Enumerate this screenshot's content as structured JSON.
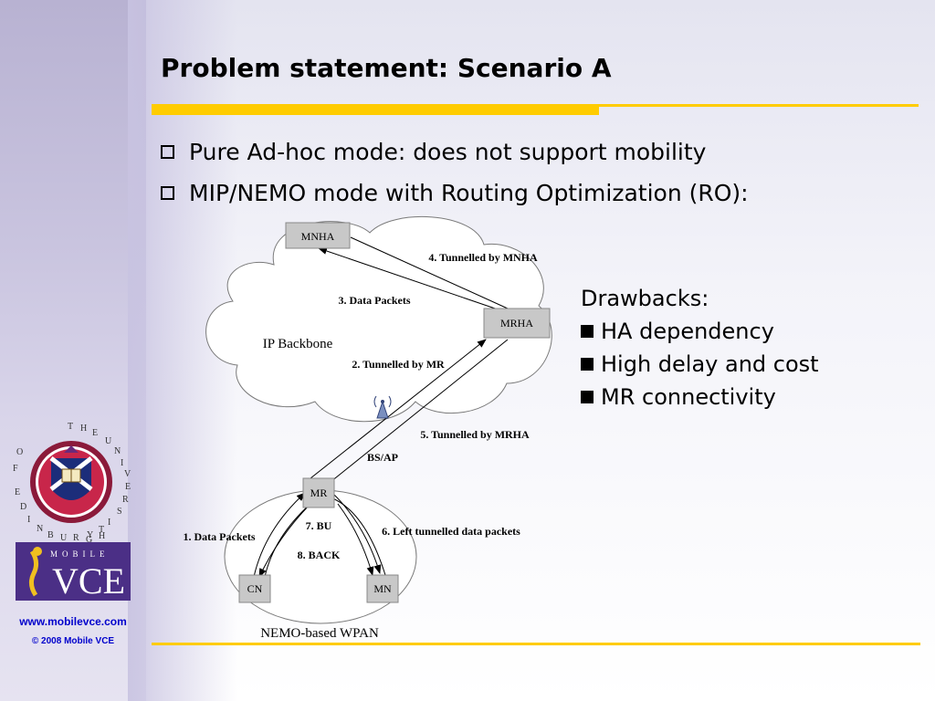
{
  "slide": {
    "title": "Problem statement: Scenario A",
    "bullets": [
      "Pure Ad-hoc mode: does not support mobility",
      "MIP/NEMO mode with Routing Optimization (RO):"
    ],
    "drawbacks": {
      "heading": "Drawbacks:",
      "items": [
        "HA dependency",
        "High delay and cost",
        "MR connectivity"
      ]
    }
  },
  "diagram": {
    "nodes": {
      "mnha": "MNHA",
      "mrha": "MRHA",
      "mr": "MR",
      "cn": "CN",
      "mn": "MN",
      "bsap": "BS/AP"
    },
    "regions": {
      "ip_backbone": "IP Backbone",
      "wpan": "NEMO-based WPAN"
    },
    "links": {
      "l1": "1. Data Packets",
      "l2": "2. Tunnelled by MR",
      "l3": "3. Data Packets",
      "l4": "4. Tunnelled by MNHA",
      "l5": "5. Tunnelled by MRHA",
      "l6": "6. Left tunnelled data packets",
      "l7": "7. BU",
      "l8": "8. BACK"
    }
  },
  "sidebar": {
    "university_letters_top": "THE UNIVERSITY",
    "university_letters_bottom": "OF EDINBURGH",
    "vce_small": "MOBILE",
    "vce_big": "VCE",
    "url": "www.mobilevce.com",
    "copyright": "© 2008 Mobile VCE"
  },
  "colors": {
    "accent_yellow": "#ffcc00",
    "link_blue": "#0000cc",
    "vce_purple": "#4b2f86",
    "node_fill": "#c8c8c8"
  }
}
